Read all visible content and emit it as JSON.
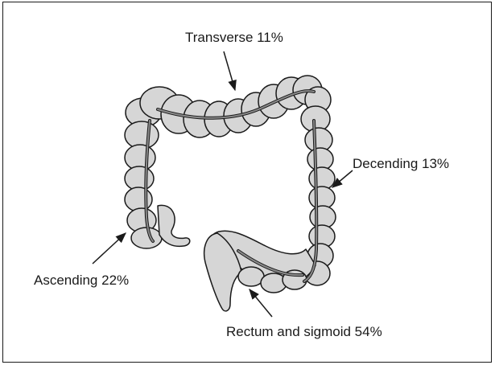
{
  "labels": {
    "transverse": "Transverse 11%",
    "descending": "Decending 13%",
    "ascending": "Ascending 22%",
    "rectum_sigmoid": "Rectum and sigmoid 54%"
  },
  "colors": {
    "organ_fill": "#d6d6d6",
    "outline": "#1a1a1a",
    "taenia": "#6b6b6b",
    "background": "#ffffff"
  }
}
